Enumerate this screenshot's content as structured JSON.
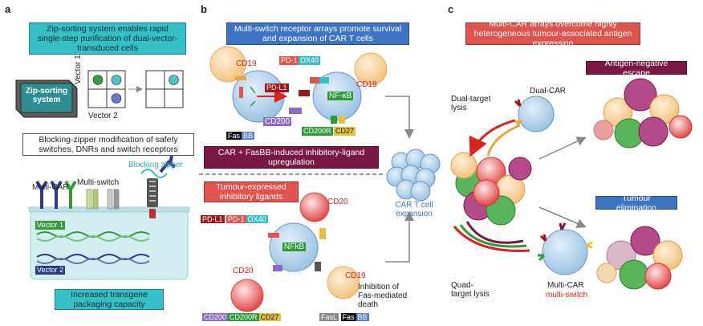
{
  "panels": {
    "a": "a",
    "b": "b",
    "c": "c"
  },
  "panel_a": {
    "title": "Zip-sorting system enables rapid single-step purification of dual-vector-transduced cells",
    "zip_sorting": "Zip-sorting system",
    "vector1_axis": "Vector 1",
    "vector2_axis": "Vector 2",
    "blocking_text": "Blocking-zipper modification of safety switches, DNRs and switch receptors",
    "blocking_zipper": "Blocking zipper",
    "multi_car": "Multi-CAR",
    "multi_switch": "Multi-switch",
    "vector1": "Vector 1",
    "vector2": "Vector 2",
    "capacity": "Increased transgene packaging capacity"
  },
  "panel_b": {
    "title": "Multi-switch receptor arrays promote survival and expansion of CAR  T cells",
    "cd19_left": "CD19",
    "pd1": "PD-1",
    "ox40": "OX40",
    "cd19_right": "CD19",
    "pdl1": "PD-L1",
    "nfkb_top": "NF-κB",
    "cd200": "CD200",
    "fas": "Fas",
    "bb": "BB",
    "cd200r": "CD200R",
    "cd27": "CD27",
    "car_fasbb": "CAR + FasBB-induced inhibitory-ligand upregulation",
    "tumour_expressed": "Tumour-expressed inhibitory ligands",
    "expansion": "CAR T cell expansion",
    "cd20_top": "CD20",
    "pdl1_2": "PD-L1",
    "pd1_2": "PD-1",
    "ox40_2": "OX40",
    "nfkb_bottom": "NFkB",
    "cd20_left": "CD20",
    "cd19_bottom": "CD19",
    "inhibition": "Inhibition of Fas-mediated death",
    "cd200_2": "CD200",
    "cd200r_2": "CD200R",
    "cd27_2": "CD27",
    "fasl": "FasL",
    "fas_2": "Fas",
    "bb_2": "BB"
  },
  "panel_c": {
    "title": "Multi-CAR arrays overcome highly heterogeneous tumour-associated antigen expression",
    "dual_target": "Dual-target lysis",
    "dual_car": "Dual-CAR",
    "escape": "Antigen-negative escape",
    "elimination": "Tumour elimination",
    "quad_target": "Quad-target lysis",
    "multi_car": "Multi-CAR",
    "multi_switch": "multi-switch"
  },
  "colors": {
    "teal": "#36bfc6",
    "blue": "#3f74c4",
    "red": "#e0534f",
    "maroon": "#7a1845",
    "cell": "#aecde6",
    "tumour_orange": "#f6c88c",
    "green": "#2e9a3b",
    "darkred": "#9d1818"
  }
}
